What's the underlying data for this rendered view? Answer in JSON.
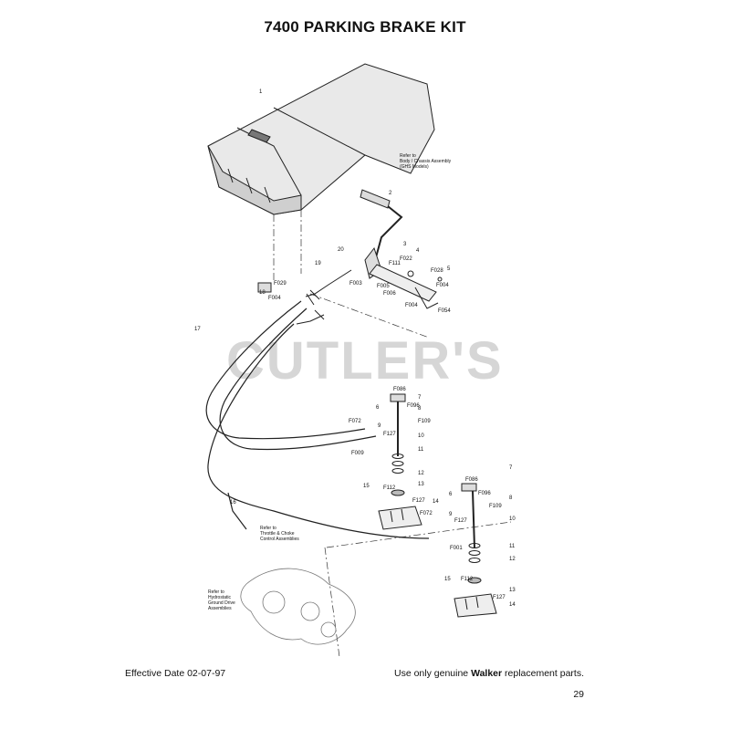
{
  "title": "7400 PARKING BRAKE KIT",
  "watermark": "CUTLER'S",
  "footer": {
    "effective_date": "Effective Date 02-07-97",
    "note_prefix": "Use only genuine ",
    "note_brand": "Walker",
    "note_suffix": " replacement parts.",
    "page_number": "29"
  },
  "notes": {
    "body": [
      "Refer to",
      "Body / Chassis Assembly",
      "(GHS Models)"
    ],
    "throttle": [
      "Refer to",
      "Throttle & Choke",
      "Control Assemblies"
    ],
    "drive": [
      "Refer to",
      "Hydrostatic",
      "Ground Drive",
      "Assemblies"
    ]
  },
  "callouts": {
    "c1": "1",
    "c2": "2",
    "c3": "3",
    "c4": "4",
    "c5": "5",
    "c17": "17",
    "c16": "16",
    "c18": "18",
    "c19": "19",
    "c20": "20",
    "f111": "F111",
    "f022": "F022",
    "f028": "F028",
    "f005": "F005",
    "f006": "F006",
    "f004a": "F004",
    "f004b": "F004",
    "f054": "F054",
    "f003": "F003",
    "f029": "F029",
    "f004c": "F004",
    "a7": "7",
    "a8": "8",
    "a9": "9",
    "a6": "6",
    "a10": "10",
    "a11": "11",
    "a12": "12",
    "a13": "13",
    "a14": "14",
    "a15": "15",
    "af086": "F086",
    "af096": "F096",
    "af109": "F109",
    "af072": "F072",
    "af127": "F127",
    "af009": "F009",
    "af112": "F112",
    "af127b": "F127",
    "b7": "7",
    "b8": "8",
    "b9": "9",
    "b6": "6",
    "b10": "10",
    "b11": "11",
    "b12": "12",
    "b13": "13",
    "b14": "14",
    "b15": "15",
    "bf086": "F086",
    "bf096": "F096",
    "bf109": "F109",
    "bf072": "F072",
    "bf127": "F127",
    "bf001": "F001",
    "bf112": "F112",
    "bf127b": "F127"
  }
}
